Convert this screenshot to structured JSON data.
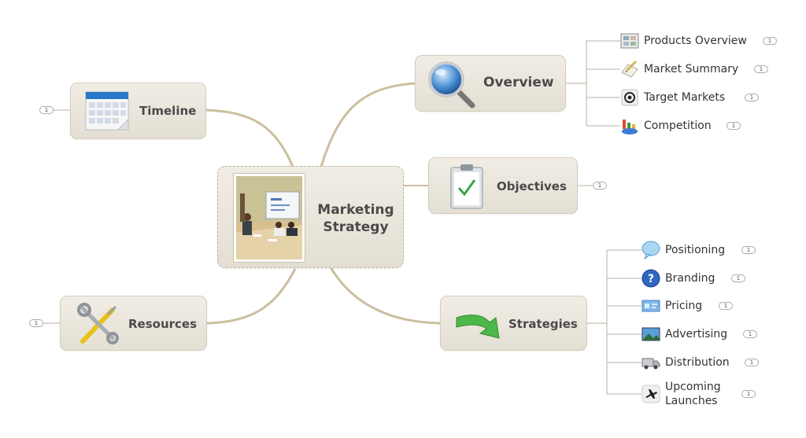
{
  "central": {
    "title_line1": "Marketing",
    "title_line2": "Strategy"
  },
  "topics": {
    "overview": "Overview",
    "objectives": "Objectives",
    "strategies": "Strategies",
    "timeline": "Timeline",
    "resources": "Resources"
  },
  "overview_children": [
    "Products Overview",
    "Market Summary",
    "Target Markets",
    "Competition"
  ],
  "strategies_children": [
    "Positioning",
    "Branding",
    "Pricing",
    "Advertising",
    "Distribution",
    "Upcoming",
    "Launches"
  ],
  "badge_count": "1",
  "colors": {
    "node_fill": "#e8e3d8",
    "connector": "#cbbf9f",
    "branch_line": "#b8b0a0"
  }
}
